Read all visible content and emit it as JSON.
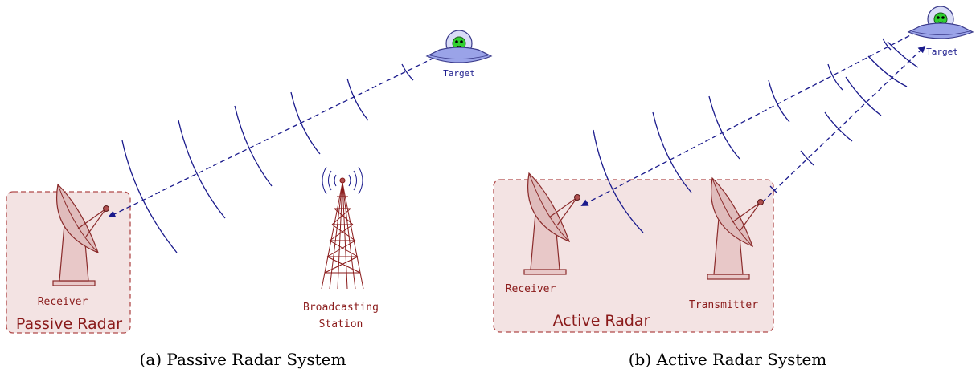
{
  "panel_a": {
    "caption": "(a) Passive Radar System",
    "box_label": "Passive Radar",
    "receiver_label": "Receiver",
    "target_label": "Target",
    "station_label_line1": "Broadcasting",
    "station_label_line2": "Station"
  },
  "panel_b": {
    "caption": "(b) Active Radar System",
    "box_label": "Active Radar",
    "receiver_label": "Receiver",
    "transmitter_label": "Transmitter",
    "target_label": "Target"
  },
  "colors": {
    "wave": "#1a1a8c",
    "dashed_line": "#1a1a8c",
    "radar_box_fill": "#f3e3e3",
    "radar_box_stroke": "#b04a4a",
    "dish_fill": "#e8c8c8",
    "dish_stroke": "#8a2a2a",
    "label_red": "#8a1a1a",
    "ufo_body": "#9aa3e8",
    "alien_green": "#2fd12f",
    "tower": "#8a1a1a"
  }
}
